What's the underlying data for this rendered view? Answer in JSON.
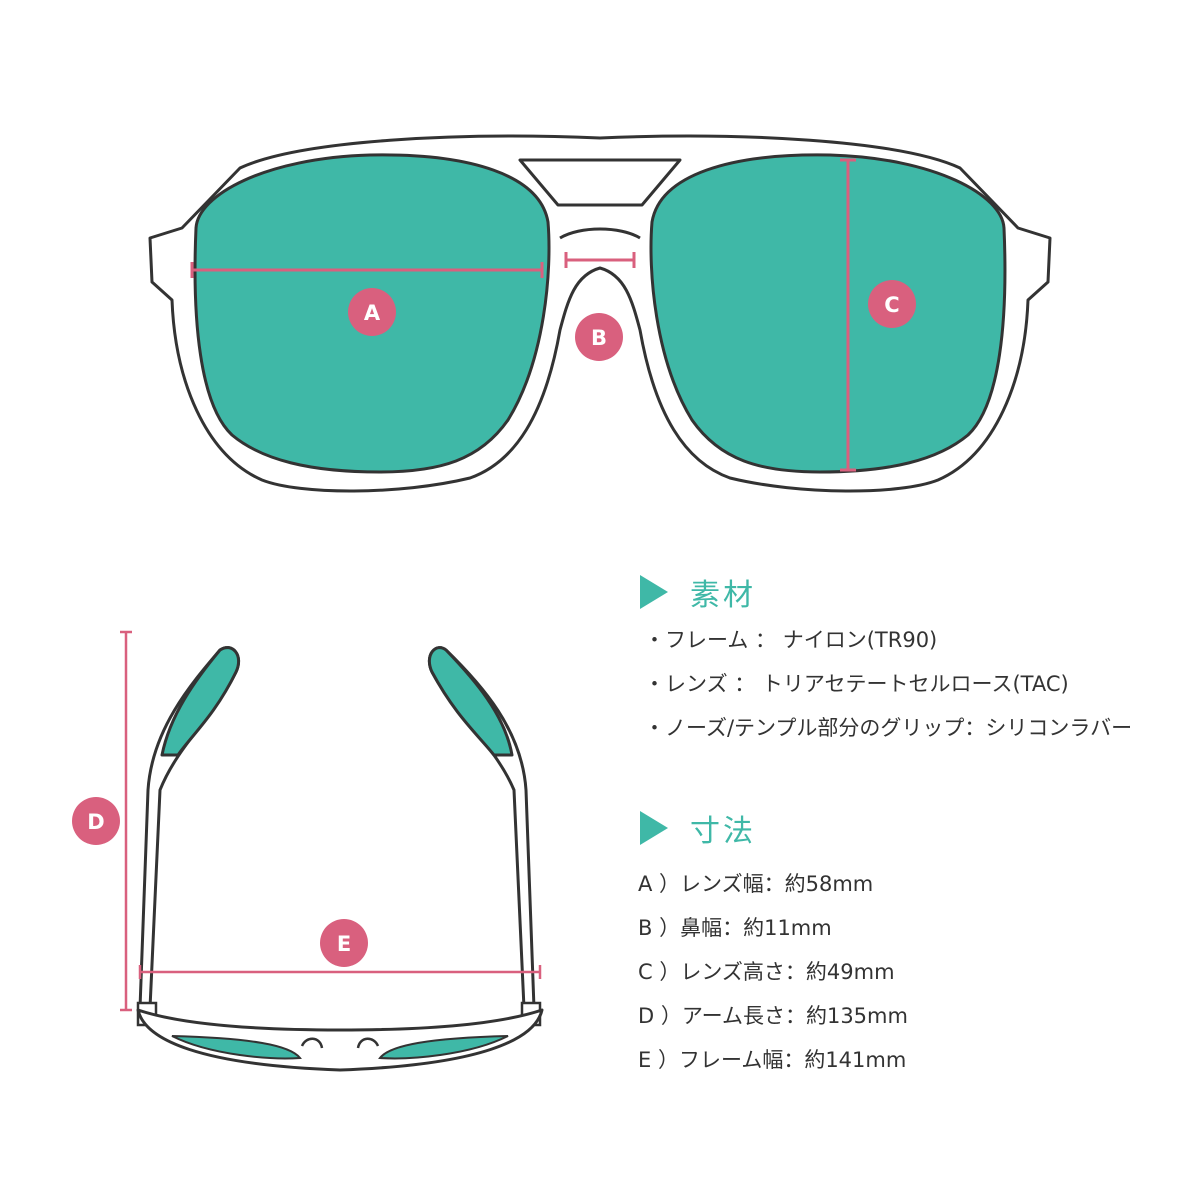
{
  "colors": {
    "lens": "#3fb8a7",
    "marker": "#d9607e",
    "outline": "#333333",
    "heading": "#3fb8a7"
  },
  "markers": {
    "a": "A",
    "b": "B",
    "c": "C",
    "d": "D",
    "e": "E"
  },
  "material": {
    "heading": "素材",
    "items": [
      "・フレーム ： ナイロン(TR90)",
      "・レンズ ： トリアセテートセルロース(TAC)",
      "・ノーズ/テンプル部分のグリップ：シリコンラバー"
    ]
  },
  "dimensions": {
    "heading": "寸法",
    "items": [
      "A ）レンズ幅：約58mm",
      "B ）鼻幅：約11mm",
      "C ）レンズ高さ：約49mm",
      "D ）アーム長さ：約135mm",
      "E ）フレーム幅：約141mm"
    ]
  }
}
